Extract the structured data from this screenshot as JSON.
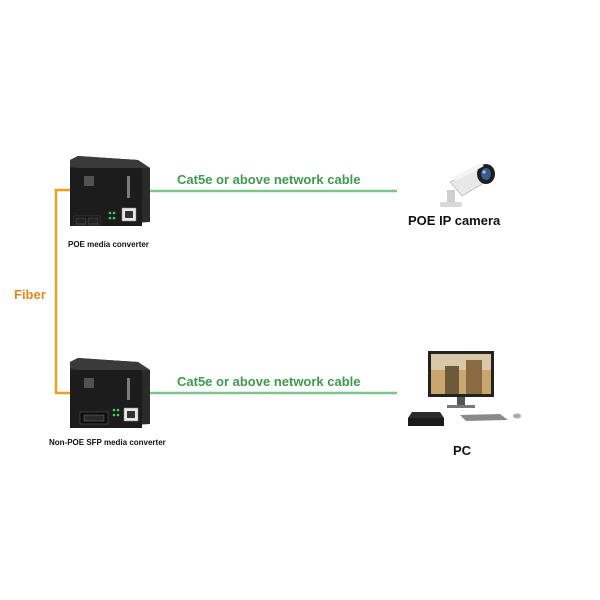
{
  "labels": {
    "fiber": "Fiber",
    "cable_top": "Cat5e or above network cable",
    "cable_bottom": "Cat5e or above network cable",
    "device_top": "POE media converter",
    "device_bottom": "Non-POE SFP media converter",
    "endpoint_top": "POE IP camera",
    "endpoint_bottom": "PC"
  },
  "colors": {
    "fiber": "#f0a020",
    "cable": "#7cc48a",
    "device": "#1c1c1c"
  },
  "icons": {
    "top_endpoint": "camera-icon",
    "bottom_endpoint": "desktop-pc-icon"
  }
}
